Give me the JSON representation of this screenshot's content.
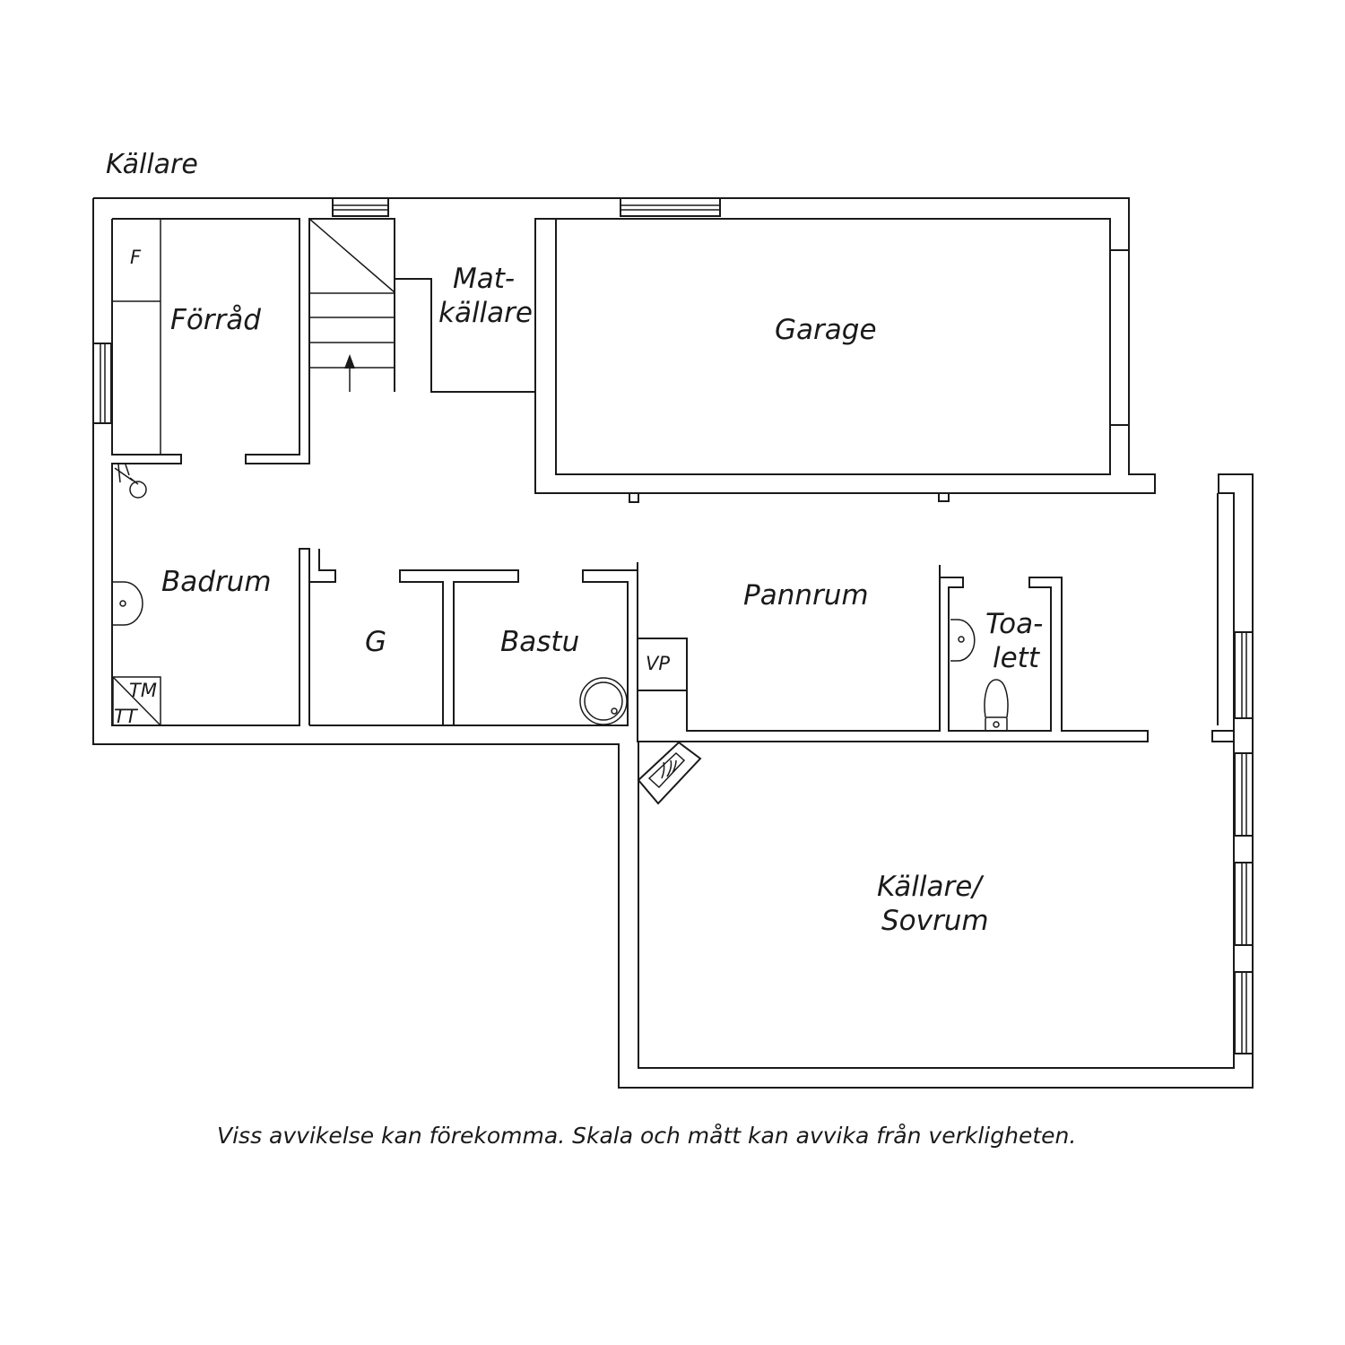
{
  "plan_title": "Källare",
  "rooms": {
    "forrad": "Förråd",
    "matkallare_1": "Mat-",
    "matkallare_2": "källare",
    "garage": "Garage",
    "badrum": "Badrum",
    "g": "G",
    "bastu": "Bastu",
    "pannrum": "Pannrum",
    "toalett_1": "Toa-",
    "toalett_2": "lett",
    "kallare_sovrum_1": "Källare/",
    "kallare_sovrum_2": "Sovrum"
  },
  "symbols": {
    "f": "F",
    "vp": "VP",
    "tm": "TM",
    "tt": "TT"
  },
  "disclaimer": "Viss avvikelse kan förekomma. Skala och mått kan avvika från verkligheten."
}
